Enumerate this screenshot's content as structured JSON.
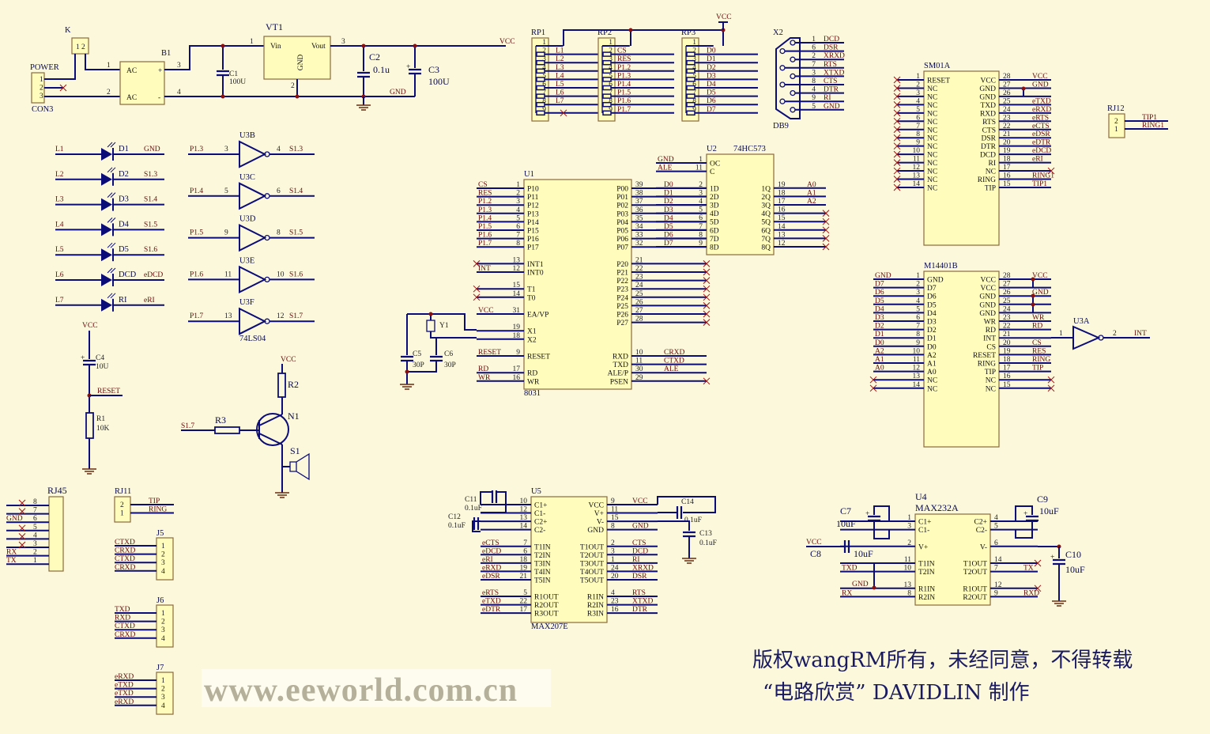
{
  "colors": {
    "background": "#fbf8dc",
    "wire": "#0c0c78",
    "chip_fill": "#fffcbc",
    "net_label": "#6a0a0a"
  },
  "power": {
    "k": "K",
    "k_pins": [
      "1",
      "2"
    ],
    "con_title": "POWER",
    "con_ref": "CON3",
    "con_pins": [
      "1",
      "2",
      "3"
    ],
    "b1": "B1",
    "b1_in1": "AC",
    "b1_in2": "AC",
    "b1_plus": "+",
    "b1_minus": "-",
    "b1_pins": [
      "1",
      "2",
      "3",
      "4"
    ],
    "vt1": "VT1",
    "vin": "Vin",
    "vout": "Vout",
    "vgnd": "GND",
    "vt_pins": [
      "1",
      "2",
      "3"
    ],
    "c1": "C1",
    "c1_val": "100U",
    "c2": "C2",
    "c2_val": "0.1u",
    "c3": "C3",
    "c3_val": "100U",
    "vcc": "VCC",
    "gnd": "GND"
  },
  "rpacks": [
    {
      "ref": "RP1",
      "pins": [
        [
          "1",
          ""
        ],
        [
          "2",
          "L1"
        ],
        [
          "3",
          "L2"
        ],
        [
          "4",
          "L3"
        ],
        [
          "5",
          "L4"
        ],
        [
          "6",
          "L5"
        ],
        [
          "7",
          "L6"
        ],
        [
          "8",
          "L7"
        ],
        [
          "9",
          "",
          true
        ]
      ]
    },
    {
      "ref": "RP2",
      "pins": [
        [
          "1",
          ""
        ],
        [
          "2",
          "CS"
        ],
        [
          "3",
          "RES"
        ],
        [
          "4",
          "P1.2"
        ],
        [
          "5",
          "P1.3"
        ],
        [
          "6",
          "P1.4"
        ],
        [
          "7",
          "P1.5"
        ],
        [
          "8",
          "P1.6"
        ],
        [
          "9",
          "P1.7"
        ]
      ]
    },
    {
      "ref": "RP3",
      "pins": [
        [
          "1",
          ""
        ],
        [
          "2",
          "D0"
        ],
        [
          "3",
          "D1"
        ],
        [
          "4",
          "D2"
        ],
        [
          "5",
          "D3"
        ],
        [
          "6",
          "D4"
        ],
        [
          "7",
          "D5"
        ],
        [
          "8",
          "D6"
        ],
        [
          "9",
          "D7"
        ]
      ]
    }
  ],
  "rp_vcc": "VCC",
  "db9": {
    "ref": "X2",
    "part": "DB9",
    "pins": [
      [
        "1",
        "DCD"
      ],
      [
        "6",
        "DSR"
      ],
      [
        "2",
        "XRXD"
      ],
      [
        "7",
        "RTS"
      ],
      [
        "3",
        "XTXD"
      ],
      [
        "8",
        "CTS"
      ],
      [
        "4",
        "DTR"
      ],
      [
        "9",
        "RI"
      ],
      [
        "5",
        "GND"
      ]
    ]
  },
  "chips": {
    "U1": {
      "ref": "U1",
      "part": "8031",
      "left": [
        [
          "1",
          "P10",
          "CS"
        ],
        [
          "2",
          "P11",
          "RES"
        ],
        [
          "3",
          "P12",
          "P1.2"
        ],
        [
          "4",
          "P13",
          "P1.3"
        ],
        [
          "5",
          "P14",
          "P1.4"
        ],
        [
          "6",
          "P15",
          "P1.5"
        ],
        [
          "7",
          "P16",
          "P1.6"
        ],
        [
          "8",
          "P17",
          "P1.7"
        ],
        [
          "13",
          "INT1",
          "",
          true
        ],
        [
          "12",
          "INT0",
          "INT"
        ],
        [
          "15",
          "T1",
          "",
          true
        ],
        [
          "14",
          "T0",
          "",
          true
        ],
        [
          "31",
          "EA/VP",
          "VCC"
        ],
        [
          "19",
          "X1",
          ""
        ],
        [
          "18",
          "X2",
          ""
        ],
        [
          "9",
          "RESET",
          "RESET"
        ],
        [
          "17",
          "RD",
          "RD"
        ],
        [
          "16",
          "WR",
          "WR"
        ]
      ],
      "right": [
        [
          "39",
          "P00",
          "D0"
        ],
        [
          "38",
          "P01",
          "D1"
        ],
        [
          "37",
          "P02",
          "D2"
        ],
        [
          "36",
          "P03",
          "D3"
        ],
        [
          "35",
          "P04",
          "D4"
        ],
        [
          "34",
          "P05",
          "D5"
        ],
        [
          "33",
          "P06",
          "D6"
        ],
        [
          "32",
          "P07",
          "D7"
        ],
        [
          "21",
          "P20",
          "",
          true
        ],
        [
          "22",
          "P21",
          "",
          true
        ],
        [
          "23",
          "P22",
          "",
          true
        ],
        [
          "24",
          "P23",
          "",
          true
        ],
        [
          "25",
          "P24",
          "",
          true
        ],
        [
          "26",
          "P25",
          "",
          true
        ],
        [
          "27",
          "P26",
          "",
          true
        ],
        [
          "28",
          "P27",
          "",
          true
        ],
        [
          "10",
          "RXD",
          "CRXD"
        ],
        [
          "11",
          "TXD",
          "CTXD"
        ],
        [
          "30",
          "ALE/P",
          "ALE"
        ],
        [
          "29",
          "PSEN",
          "",
          true
        ]
      ]
    },
    "U2": {
      "ref": "U2",
      "part": "74HC573",
      "left": [
        [
          "1",
          "OC",
          "GND"
        ],
        [
          "11",
          "C",
          "ALE"
        ],
        [
          "2",
          "1D",
          ""
        ],
        [
          "3",
          "2D",
          ""
        ],
        [
          "4",
          "3D",
          ""
        ],
        [
          "5",
          "4D",
          ""
        ],
        [
          "6",
          "5D",
          ""
        ],
        [
          "7",
          "6D",
          ""
        ],
        [
          "8",
          "7D",
          ""
        ],
        [
          "9",
          "8D",
          ""
        ]
      ],
      "right": [
        [
          "19",
          "1Q",
          "A0"
        ],
        [
          "18",
          "2Q",
          "A1"
        ],
        [
          "17",
          "3Q",
          "A2"
        ],
        [
          "16",
          "4Q",
          "",
          true
        ],
        [
          "15",
          "5Q",
          "",
          true
        ],
        [
          "14",
          "6Q",
          "",
          true
        ],
        [
          "13",
          "7Q",
          "",
          true
        ],
        [
          "12",
          "8Q",
          "",
          true
        ]
      ]
    },
    "SM01A": {
      "ref": "SM01A",
      "part": "",
      "left": [
        [
          "1",
          "RESET",
          "",
          true
        ],
        [
          "2",
          "NC",
          "",
          true
        ],
        [
          "3",
          "NC",
          "",
          true
        ],
        [
          "4",
          "NC",
          "",
          true
        ],
        [
          "5",
          "NC",
          "",
          true
        ],
        [
          "6",
          "NC",
          "",
          true
        ],
        [
          "7",
          "NC",
          "",
          true
        ],
        [
          "8",
          "NC",
          "",
          true
        ],
        [
          "9",
          "NC",
          "",
          true
        ],
        [
          "10",
          "NC",
          "",
          true
        ],
        [
          "11",
          "NC",
          "",
          true
        ],
        [
          "12",
          "NC",
          "",
          true
        ],
        [
          "13",
          "NC",
          "",
          true
        ],
        [
          "14",
          "NC",
          "",
          true
        ]
      ],
      "right": [
        [
          "28",
          "VCC",
          "VCC"
        ],
        [
          "27",
          "GND",
          "GND"
        ],
        [
          "26",
          "GND",
          ""
        ],
        [
          "25",
          "TXD",
          "eTXD"
        ],
        [
          "24",
          "RXD",
          "eRXD"
        ],
        [
          "23",
          "RTS",
          "eRTS"
        ],
        [
          "22",
          "CTS",
          "eCTS"
        ],
        [
          "21",
          "DSR",
          "eDSR"
        ],
        [
          "20",
          "DTR",
          "eDTR"
        ],
        [
          "19",
          "DCD",
          "eDCD"
        ],
        [
          "18",
          "RI",
          "eRI"
        ],
        [
          "17",
          "NC",
          "",
          true
        ],
        [
          "16",
          "RING",
          "RING1"
        ],
        [
          "15",
          "TIP",
          "TIP1"
        ]
      ]
    },
    "M14401B": {
      "ref": "M14401B",
      "part": "",
      "left": [
        [
          "1",
          "GND",
          "GND"
        ],
        [
          "2",
          "D7",
          "D7"
        ],
        [
          "3",
          "D6",
          "D6"
        ],
        [
          "4",
          "D5",
          "D5"
        ],
        [
          "5",
          "D4",
          "D4"
        ],
        [
          "6",
          "D3",
          "D3"
        ],
        [
          "7",
          "D2",
          "D2"
        ],
        [
          "8",
          "D1",
          "D1"
        ],
        [
          "9",
          "D0",
          "D0"
        ],
        [
          "10",
          "A2",
          "A2"
        ],
        [
          "11",
          "A1",
          "A1"
        ],
        [
          "12",
          "A0",
          "A0"
        ],
        [
          "13",
          "NC",
          "",
          true
        ],
        [
          "14",
          "NC",
          "",
          true
        ]
      ],
      "right": [
        [
          "28",
          "VCC",
          "VCC"
        ],
        [
          "27",
          "VCC",
          ""
        ],
        [
          "26",
          "GND",
          "GND"
        ],
        [
          "25",
          "GND",
          ""
        ],
        [
          "24",
          "GND",
          ""
        ],
        [
          "23",
          "WR",
          "WR"
        ],
        [
          "22",
          "RD",
          "RD"
        ],
        [
          "21",
          "INT",
          ""
        ],
        [
          "20",
          "CS",
          "CS"
        ],
        [
          "19",
          "RESET",
          "RES"
        ],
        [
          "18",
          "RING",
          "RING"
        ],
        [
          "17",
          "TIP",
          "TIP"
        ],
        [
          "16",
          "NC",
          "",
          true
        ],
        [
          "15",
          "NC",
          "",
          true
        ]
      ]
    },
    "U5": {
      "ref": "U5",
      "part": "MAX207E",
      "left": [
        [
          "10",
          "C1+",
          ""
        ],
        [
          "12",
          "C1-",
          ""
        ],
        [
          "13",
          "C2+",
          ""
        ],
        [
          "14",
          "C2-",
          ""
        ],
        [
          "7",
          "T1IN",
          "eCTS"
        ],
        [
          "6",
          "T2IN",
          "eDCD"
        ],
        [
          "18",
          "T3IN",
          "eRI"
        ],
        [
          "19",
          "T4IN",
          "eRXD"
        ],
        [
          "21",
          "T5IN",
          "eDSR"
        ],
        [
          "5",
          "R1OUT",
          "eRTS"
        ],
        [
          "22",
          "R2OUT",
          "eTXD"
        ],
        [
          "17",
          "R3OUT",
          "eDTR"
        ]
      ],
      "right": [
        [
          "9",
          "VCC",
          "VCC"
        ],
        [
          "11",
          "V+",
          ""
        ],
        [
          "15",
          "V-",
          ""
        ],
        [
          "8",
          "GND",
          "GND"
        ],
        [
          "2",
          "T1OUT",
          "CTS"
        ],
        [
          "3",
          "T2OUT",
          "DCD"
        ],
        [
          "1",
          "T3OUT",
          "RI"
        ],
        [
          "24",
          "T4OUT",
          "XRXD"
        ],
        [
          "20",
          "T5OUT",
          "DSR"
        ],
        [
          "4",
          "R1IN",
          "RTS"
        ],
        [
          "23",
          "R2IN",
          "XTXD"
        ],
        [
          "16",
          "R3IN",
          "DTR"
        ]
      ]
    },
    "U4": {
      "ref": "U4",
      "part": "MAX232A",
      "left": [
        [
          "1",
          "C1+",
          ""
        ],
        [
          "3",
          "C1-",
          ""
        ],
        [
          "2",
          "V+",
          ""
        ],
        [
          "11",
          "T1IN",
          ""
        ],
        [
          "10",
          "T2IN",
          "TXD"
        ],
        [
          "13",
          "R1IN",
          ""
        ],
        [
          "8",
          "R2IN",
          "RX"
        ]
      ],
      "right": [
        [
          "4",
          "C2+",
          ""
        ],
        [
          "5",
          "C2-",
          ""
        ],
        [
          "6",
          "V-",
          ""
        ],
        [
          "14",
          "T1OUT",
          "",
          true
        ],
        [
          "7",
          "T2OUT",
          "TX"
        ],
        [
          "12",
          "R1OUT",
          "",
          true
        ],
        [
          "9",
          "R2OUT",
          "RXD"
        ]
      ]
    }
  },
  "leds": [
    {
      "ref": "D1",
      "in": "L1",
      "out": "GND"
    },
    {
      "ref": "D2",
      "in": "L2",
      "out": "S1.3"
    },
    {
      "ref": "D3",
      "in": "L3",
      "out": "S1.4"
    },
    {
      "ref": "D4",
      "in": "L4",
      "out": "S1.5"
    },
    {
      "ref": "D5",
      "in": "L5",
      "out": "S1.6"
    },
    {
      "ref": "DCD",
      "in": "L6",
      "out": "eDCD"
    },
    {
      "ref": "RI",
      "in": "L7",
      "out": "eRI"
    }
  ],
  "inverters": {
    "part": "74LS04",
    "items": [
      {
        "ref": "U3B",
        "in_pin": "3",
        "out_pin": "4",
        "in": "P1.3",
        "out": "S1.3"
      },
      {
        "ref": "U3C",
        "in_pin": "5",
        "out_pin": "6",
        "in": "P1.4",
        "out": "S1.4"
      },
      {
        "ref": "U3D",
        "in_pin": "9",
        "out_pin": "8",
        "in": "P1.5",
        "out": "S1.5"
      },
      {
        "ref": "U3E",
        "in_pin": "11",
        "out_pin": "10",
        "in": "P1.6",
        "out": "S1.6"
      },
      {
        "ref": "U3F",
        "in_pin": "13",
        "out_pin": "12",
        "in": "P1.7",
        "out": "S1.7"
      }
    ]
  },
  "u3a": {
    "ref": "U3A",
    "in_pin": "1",
    "out_pin": "2",
    "out": "INT"
  },
  "reset": {
    "vcc": "VCC",
    "c4": "C4",
    "c4_val": "10U",
    "net": "RESET",
    "r1": "R1",
    "r1_val": "10K"
  },
  "driver": {
    "vcc": "VCC",
    "r2": "R2",
    "r3": "R3",
    "n1": "N1",
    "s1": "S1",
    "in": "S1.7"
  },
  "crystal": {
    "y1": "Y1",
    "c5": "C5",
    "c5_val": "30P",
    "c6": "C6",
    "c6_val": "30P"
  },
  "u5caps": {
    "c11": "C11",
    "c11_val": "0.1uF",
    "c12": "C12",
    "c12_val": "0.1uF",
    "c13": "C13",
    "c13_val": "0.1uF",
    "c14": "C14",
    "c14_val": "0.1uF"
  },
  "u4caps": {
    "c7": "C7",
    "c7_val": "10uF",
    "c8": "C8",
    "c8_val": "10uF",
    "c9": "C9",
    "c9_val": "10uF",
    "c10": "C10",
    "c10_val": "10uF",
    "vcc": "VCC",
    "gnd": "GND"
  },
  "connectors": {
    "rj45": {
      "ref": "RJ45",
      "pins": [
        [
          "8",
          "",
          true
        ],
        [
          "7",
          "",
          true
        ],
        [
          "6",
          "GND"
        ],
        [
          "5",
          "",
          true
        ],
        [
          "4",
          "",
          true
        ],
        [
          "3",
          "",
          true
        ],
        [
          "2",
          "RX"
        ],
        [
          "1",
          "TX"
        ]
      ]
    },
    "rj11": {
      "ref": "RJ11",
      "pins": [
        [
          "2",
          "TIP"
        ],
        [
          "1",
          "RING"
        ]
      ]
    },
    "rj12": {
      "ref": "RJ12",
      "pins": [
        [
          "2",
          "TIP1"
        ],
        [
          "1",
          "RING1"
        ]
      ]
    },
    "j5": {
      "ref": "J5",
      "pins": [
        [
          "1",
          "CTXD"
        ],
        [
          "2",
          "CRXD"
        ],
        [
          "3",
          "CTXD"
        ],
        [
          "4",
          "CRXD"
        ]
      ]
    },
    "j6": {
      "ref": "J6",
      "pins": [
        [
          "1",
          "TXD"
        ],
        [
          "2",
          "RXD"
        ],
        [
          "3",
          "CTXD"
        ],
        [
          "4",
          "CRXD"
        ]
      ]
    },
    "j7": {
      "ref": "J7",
      "pins": [
        [
          "1",
          "eRXD"
        ],
        [
          "2",
          "eTXD"
        ],
        [
          "3",
          "eTXD"
        ],
        [
          "4",
          "eRXD"
        ]
      ]
    }
  },
  "watermark": "www.eeworld.com.cn",
  "footer": {
    "line1": "版权wangRM所有，未经同意，不得转载",
    "line2": "“电路欣赏” DAVIDLIN 制作"
  }
}
